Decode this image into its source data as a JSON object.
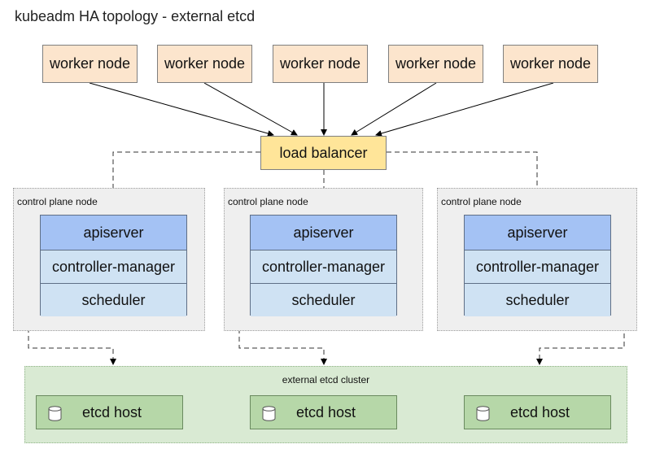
{
  "title": "kubeadm HA topology - external etcd",
  "workers": [
    {
      "label": "worker node"
    },
    {
      "label": "worker node"
    },
    {
      "label": "worker node"
    },
    {
      "label": "worker node"
    },
    {
      "label": "worker node"
    }
  ],
  "load_balancer": {
    "label": "load balancer"
  },
  "control_planes": [
    {
      "label": "control plane node",
      "components": [
        "apiserver",
        "controller-manager",
        "scheduler"
      ]
    },
    {
      "label": "control plane node",
      "components": [
        "apiserver",
        "controller-manager",
        "scheduler"
      ]
    },
    {
      "label": "control plane node",
      "components": [
        "apiserver",
        "controller-manager",
        "scheduler"
      ]
    }
  ],
  "etcd_cluster": {
    "label": "external etcd cluster",
    "hosts": [
      {
        "label": "etcd host",
        "icon": "database-icon"
      },
      {
        "label": "etcd host",
        "icon": "database-icon"
      },
      {
        "label": "etcd host",
        "icon": "database-icon"
      }
    ]
  },
  "colors": {
    "worker": "#fce5cd",
    "load_balancer": "#ffe599",
    "apiserver": "#a4c2f4",
    "component": "#cfe2f3",
    "control_plane_bg": "#efefef",
    "etcd_cluster_bg": "#d9ead3",
    "etcd_host": "#b6d7a8"
  }
}
